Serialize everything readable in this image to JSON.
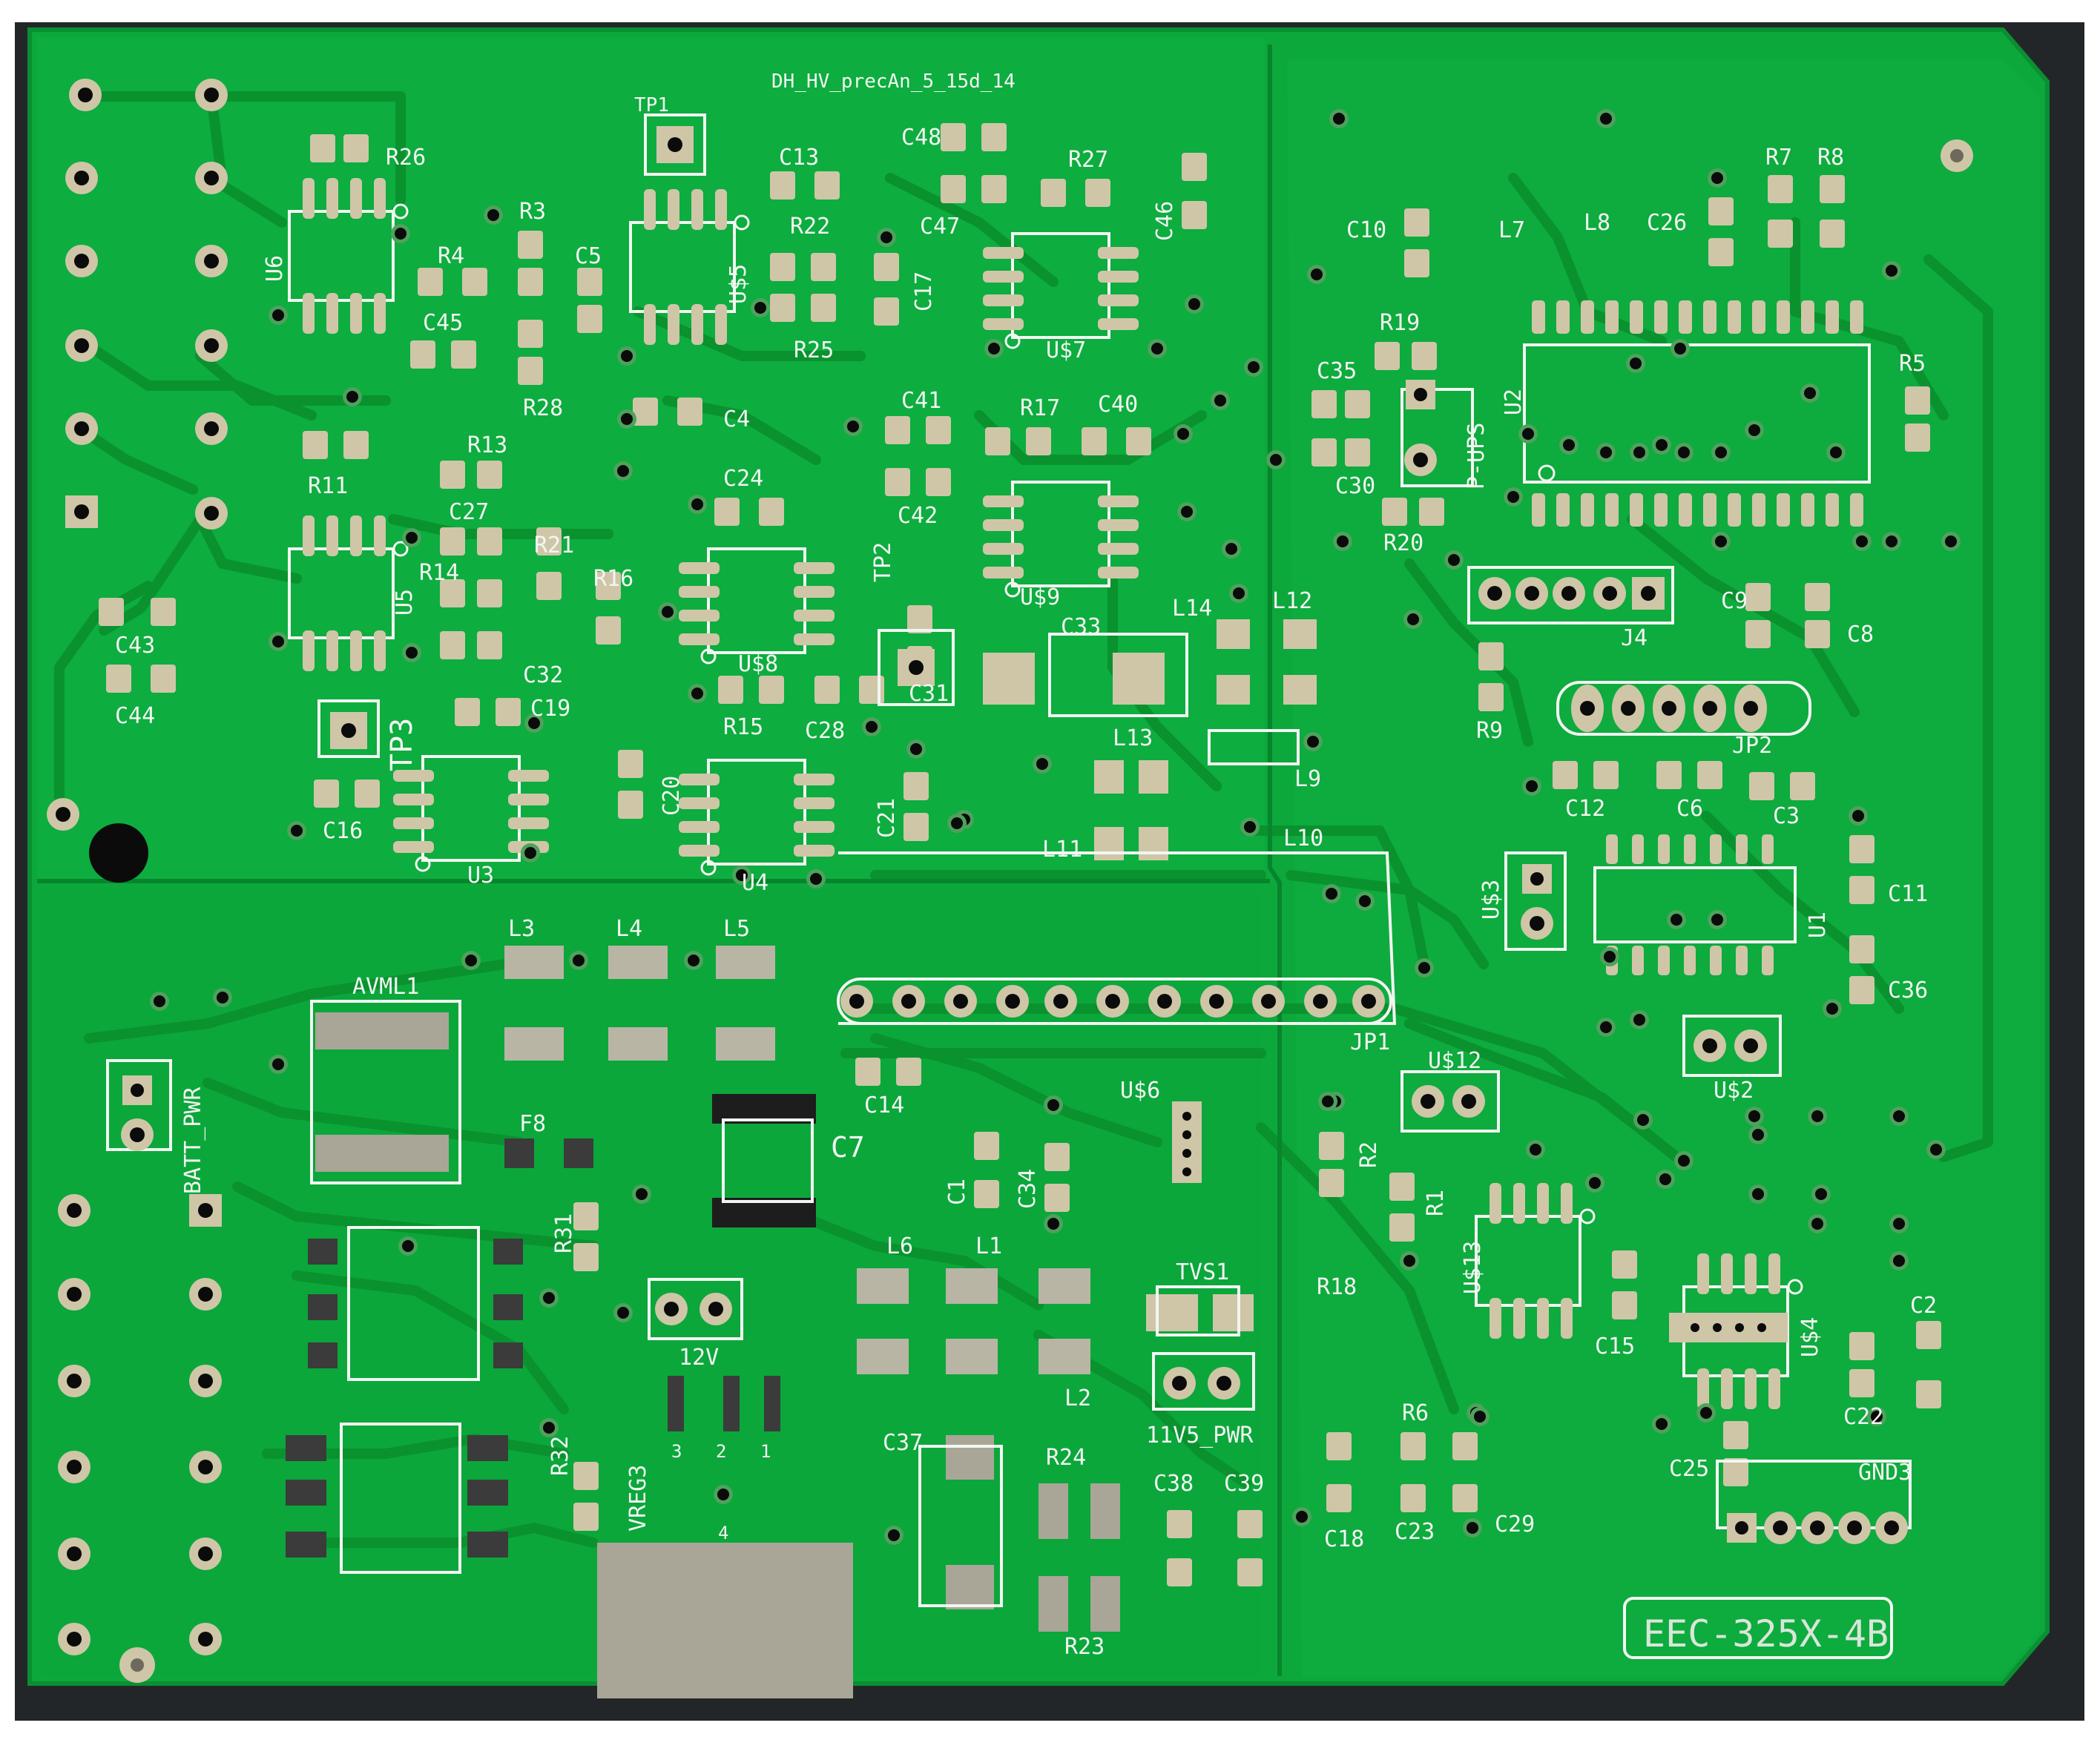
{
  "board": {
    "title": "DH_HV_precAn_5_15d_14",
    "part_number": "EEC-325X-4B",
    "colors": {
      "soldermask": "#0da83c",
      "soldermask_dark": "#0a8f33",
      "pad": "#cfc6a8",
      "hole": "#0b0b0b",
      "silk": "#f2f6f2",
      "fabric": "#232628"
    }
  },
  "labels": {
    "r26": "R26",
    "u6": "U6",
    "r3": "R3",
    "r4": "R4",
    "c5": "C5",
    "c45": "C45",
    "r28": "R28",
    "tp1": "TP1",
    "c13": "C13",
    "r22": "R22",
    "u5_top": "U$5",
    "r25": "R25",
    "c4": "C4",
    "c48": "C48",
    "c47": "C47",
    "c17": "C17",
    "r27": "R27",
    "c46": "C46",
    "u7": "U$7",
    "r13": "R13",
    "r11": "R11",
    "c27": "C27",
    "r21": "R21",
    "r14": "R14",
    "u5": "U5",
    "c32": "C32",
    "r16": "R16",
    "c24": "C24",
    "u8": "U$8",
    "r15": "R15",
    "c28_top": "C28",
    "c31": "C31",
    "c41": "C41",
    "r17": "R17",
    "c40": "C40",
    "c42": "C42",
    "tp2": "TP2",
    "u9": "U$9",
    "c43": "C43",
    "c44": "C44",
    "tp3": "TP3",
    "c19": "C19",
    "c16": "C16",
    "u3": "U3",
    "c20": "C20",
    "u4": "U4",
    "c21": "C21",
    "c33": "C33",
    "l13": "L13",
    "l11": "L11",
    "l14": "L14",
    "l12": "L12",
    "l9": "L9",
    "l10": "L10",
    "c10": "C10",
    "l7": "L7",
    "l8": "L8",
    "c26": "C26",
    "r7": "R7",
    "r8": "R8",
    "r19": "R19",
    "c35": "C35",
    "c30": "C30",
    "r20": "R20",
    "pups": "P-UPS",
    "u2": "U2",
    "r5": "R5",
    "j4": "J4",
    "c9": "C9",
    "c8": "C8",
    "r9": "R9",
    "jp2": "JP2",
    "c12": "C12",
    "c6": "C6",
    "c3": "C3",
    "u3b": "U$3",
    "u1": "U1",
    "c11": "C11",
    "c36": "C36",
    "u2b": "U$2",
    "l3": "L3",
    "l4": "L4",
    "l5": "L5",
    "avml1": "AVML1",
    "f8": "F8",
    "c7": "C7",
    "c14": "C14",
    "jp1": "JP1",
    "u12": "U$12",
    "batt_pwr": "BATT_PWR",
    "u6b": "U$6",
    "c1": "C1",
    "c34": "C34",
    "r2": "R2",
    "r1": "R1",
    "u13": "U$13",
    "c15": "C15",
    "r31": "R31",
    "v12": "12V",
    "l6": "L6",
    "l1": "L1",
    "l2": "L2",
    "tvs1": "TVS1",
    "v11_pwr": "11V5_PWR",
    "r18": "R18",
    "u4b": "U$4",
    "c2": "C2",
    "r32": "R32",
    "vreg3": "VREG3",
    "pin3": "3",
    "pin2": "2",
    "pin1": "1",
    "pin4": "4",
    "c37": "C37",
    "r24": "R24",
    "r23": "R23",
    "c38": "C38",
    "c39": "C39",
    "r6": "R6",
    "c18": "C18",
    "c23": "C23",
    "c29": "C29",
    "c22": "C22",
    "c25": "C25",
    "gnd3": "GND3"
  }
}
